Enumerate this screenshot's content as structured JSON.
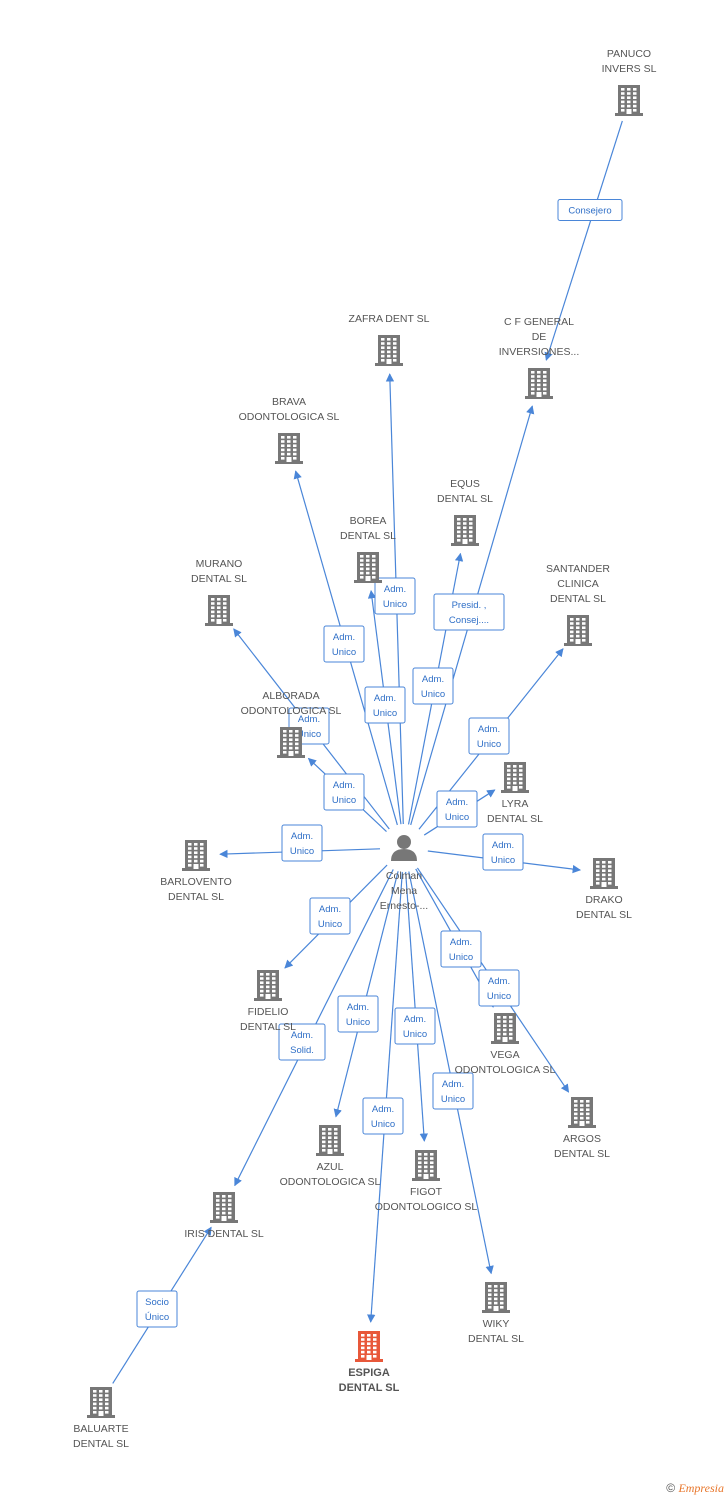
{
  "colors": {
    "edge": "#4a86d8",
    "building": "#777777",
    "highlight": "#e8583a",
    "person": "#777777"
  },
  "center": {
    "id": "colman",
    "label": [
      "Colman",
      "Mena",
      "Ernesto-..."
    ],
    "icon": "person-icon"
  },
  "nodes": [
    {
      "id": "panuco",
      "label": [
        "PANUCO",
        "INVERS SL"
      ]
    },
    {
      "id": "cfgeneral",
      "label": [
        "C F GENERAL",
        "DE",
        "INVERSIONES..."
      ]
    },
    {
      "id": "zafra",
      "label": [
        "ZAFRA DENT SL"
      ]
    },
    {
      "id": "brava",
      "label": [
        "BRAVA",
        "ODONTOLOGICA SL"
      ]
    },
    {
      "id": "equs",
      "label": [
        "EQUS",
        "DENTAL SL"
      ]
    },
    {
      "id": "borea",
      "label": [
        "BOREA",
        "DENTAL SL"
      ]
    },
    {
      "id": "murano",
      "label": [
        "MURANO",
        "DENTAL SL"
      ]
    },
    {
      "id": "santander",
      "label": [
        "SANTANDER",
        "CLINICA",
        "DENTAL SL"
      ]
    },
    {
      "id": "alborada",
      "label": [
        "ALBORADA",
        "ODONTOLOGICA SL"
      ]
    },
    {
      "id": "lyra",
      "label": [
        "LYRA",
        "DENTAL SL"
      ]
    },
    {
      "id": "barlovento",
      "label": [
        "BARLOVENTO",
        "DENTAL SL"
      ]
    },
    {
      "id": "drako",
      "label": [
        "DRAKO",
        "DENTAL SL"
      ]
    },
    {
      "id": "fidelio",
      "label": [
        "FIDELIO",
        "DENTAL SL"
      ]
    },
    {
      "id": "vega",
      "label": [
        "VEGA",
        "ODONTOLOGICA SL"
      ]
    },
    {
      "id": "argos",
      "label": [
        "ARGOS",
        "DENTAL SL"
      ]
    },
    {
      "id": "azul",
      "label": [
        "AZUL",
        "ODONTOLOGICA SL"
      ]
    },
    {
      "id": "figot",
      "label": [
        "FIGOT",
        "ODONTOLOGICO SL"
      ]
    },
    {
      "id": "iris",
      "label": [
        "IRIS DENTAL SL"
      ]
    },
    {
      "id": "wiky",
      "label": [
        "WIKY",
        "DENTAL SL"
      ]
    },
    {
      "id": "espiga",
      "label": [
        "ESPIGA",
        "DENTAL SL"
      ],
      "highlight": true
    },
    {
      "id": "baluarte",
      "label": [
        "BALUARTE",
        "DENTAL SL"
      ]
    }
  ],
  "edges": [
    {
      "from": "panuco",
      "to": "cfgeneral",
      "label": [
        "Consejero"
      ]
    },
    {
      "from": "colman",
      "to": "zafra",
      "label": [
        "Adm.",
        "Unico"
      ]
    },
    {
      "from": "colman",
      "to": "cfgeneral",
      "label": [
        "Presid. ,",
        "Consej...."
      ]
    },
    {
      "from": "colman",
      "to": "brava",
      "label": [
        "Adm.",
        "Unico"
      ]
    },
    {
      "from": "colman",
      "to": "equs",
      "label": [
        "Adm.",
        "Unico"
      ]
    },
    {
      "from": "colman",
      "to": "borea",
      "label": [
        "Adm.",
        "Unico"
      ]
    },
    {
      "from": "colman",
      "to": "murano",
      "label": [
        "Adm.",
        "Unico"
      ]
    },
    {
      "from": "colman",
      "to": "santander",
      "label": [
        "Adm.",
        "Unico"
      ]
    },
    {
      "from": "colman",
      "to": "alborada",
      "label": [
        "Adm.",
        "Unico"
      ]
    },
    {
      "from": "colman",
      "to": "lyra",
      "label": [
        "Adm.",
        "Unico"
      ]
    },
    {
      "from": "colman",
      "to": "barlovento",
      "label": [
        "Adm.",
        "Unico"
      ]
    },
    {
      "from": "colman",
      "to": "drako",
      "label": [
        "Adm.",
        "Unico"
      ]
    },
    {
      "from": "colman",
      "to": "fidelio",
      "label": [
        "Adm.",
        "Unico"
      ]
    },
    {
      "from": "colman",
      "to": "vega",
      "label": [
        "Adm.",
        "Unico"
      ]
    },
    {
      "from": "colman",
      "to": "argos",
      "label": [
        "Adm.",
        "Unico"
      ]
    },
    {
      "from": "colman",
      "to": "azul",
      "label": [
        "Adm.",
        "Unico"
      ]
    },
    {
      "from": "colman",
      "to": "figot",
      "label": [
        "Adm.",
        "Unico"
      ]
    },
    {
      "from": "colman",
      "to": "iris",
      "label": [
        "Adm.",
        "Solid."
      ]
    },
    {
      "from": "colman",
      "to": "wiky",
      "label": [
        "Adm.",
        "Unico"
      ]
    },
    {
      "from": "colman",
      "to": "espiga",
      "label": [
        "Adm.",
        "Unico"
      ]
    },
    {
      "from": "baluarte",
      "to": "iris",
      "label": [
        "Socio",
        "Único"
      ]
    }
  ],
  "footer": {
    "copyright": "©",
    "brand": "Empresia"
  }
}
